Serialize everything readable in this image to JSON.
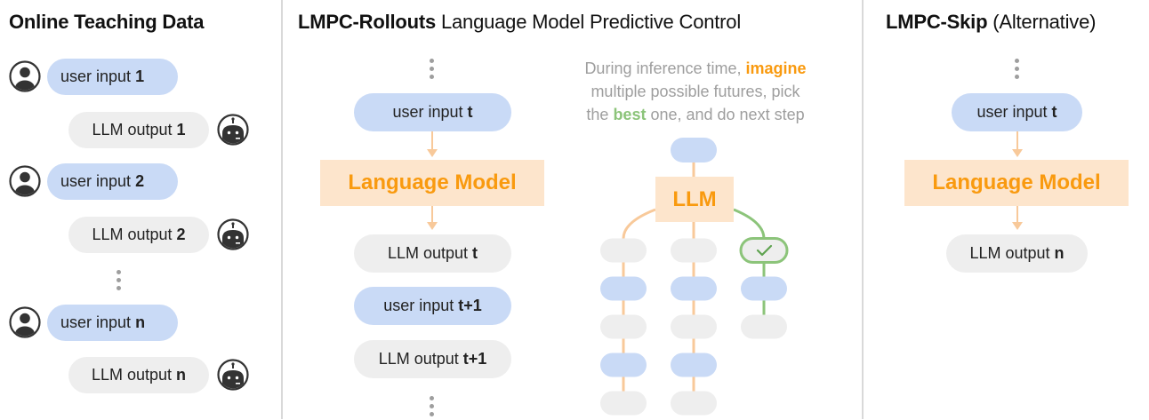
{
  "panels": {
    "teaching": {
      "title": "Online Teaching Data",
      "turns": [
        {
          "role": "user",
          "label": "user input",
          "index": "1"
        },
        {
          "role": "llm",
          "label": "LLM output",
          "index": "1"
        },
        {
          "role": "user",
          "label": "user input",
          "index": "2"
        },
        {
          "role": "llm",
          "label": "LLM output",
          "index": "2"
        },
        {
          "role": "user",
          "label": "user input",
          "index": "n"
        },
        {
          "role": "llm",
          "label": "LLM output",
          "index": "n"
        }
      ],
      "user_icon": "user-avatar-icon",
      "llm_icon": "robot-icon"
    },
    "rollouts": {
      "title_bold": "LMPC-Rollouts",
      "title_rest": "Language Model Predictive Control",
      "input": {
        "label": "user input",
        "index": "t"
      },
      "model_label": "Language Model",
      "outputs": [
        {
          "kind": "llm",
          "label": "LLM output",
          "index": "t"
        },
        {
          "kind": "user",
          "label": "user input",
          "index": "t+1"
        },
        {
          "kind": "llm",
          "label": "LLM output",
          "index": "t+1"
        }
      ],
      "note": {
        "part1": "During inference time, ",
        "highlight1": "imagine",
        "part2": "multiple possible futures, pick",
        "part3": "the ",
        "highlight2": "best",
        "part4": " one, and do next step"
      },
      "tree": {
        "root_label": "LLM",
        "branches": [
          {
            "nodes": [
              "llm",
              "user",
              "llm",
              "user",
              "llm"
            ],
            "selected": false
          },
          {
            "nodes": [
              "llm",
              "user",
              "llm",
              "user",
              "llm"
            ],
            "selected": false
          },
          {
            "nodes": [
              "llm",
              "user",
              "llm"
            ],
            "selected": true
          }
        ],
        "check_icon": "check-icon"
      }
    },
    "skip": {
      "title_bold": "LMPC-Skip",
      "title_rest": "(Alternative)",
      "input": {
        "label": "user input",
        "index": "t"
      },
      "model_label": "Language Model",
      "output": {
        "label": "LLM output",
        "index": "n"
      }
    }
  },
  "colors": {
    "user_bubble": "#c9daf6",
    "llm_bubble": "#eeeeee",
    "model_box": "#fde5cc",
    "model_text": "#f99a0f",
    "arrow": "#f8c99a",
    "best": "#8cc47a",
    "divider": "#d9d9d9"
  }
}
